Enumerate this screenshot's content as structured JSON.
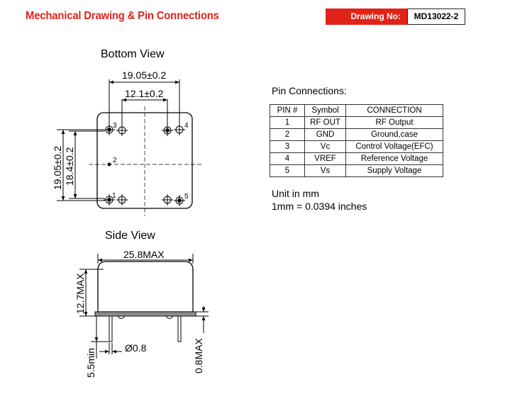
{
  "header": {
    "title": "Mechanical Drawing & Pin Connections",
    "drawing_no_label": "Drawing No:",
    "drawing_no_value": "MD13022-2"
  },
  "bottom_view": {
    "title": "Bottom View",
    "dim_width_outer": "19.05±0.2",
    "dim_width_inner": "12.1±0.2",
    "dim_height_outer": "19.05±0.2",
    "dim_height_inner": "18.4±0.2",
    "pin_labels": [
      "3",
      "4",
      "2",
      "1",
      "5"
    ]
  },
  "side_view": {
    "title": "Side View",
    "dim_length": "25.8MAX",
    "dim_height": "12.7MAX",
    "dim_pin_length": "5.5min",
    "dim_pin_diameter": "Ø0.8",
    "dim_standoff": "0.8MAX"
  },
  "pin_connections": {
    "title": "Pin Connections:",
    "columns": [
      "PIN #",
      "Symbol",
      "CONNECTION"
    ],
    "rows": [
      {
        "pin": "1",
        "symbol": "RF OUT",
        "connection": "RF Output"
      },
      {
        "pin": "2",
        "symbol": "GND",
        "connection": "Ground,case"
      },
      {
        "pin": "3",
        "symbol": "Vc",
        "connection": "Control Voltage(EFC)"
      },
      {
        "pin": "4",
        "symbol": "VREF",
        "connection": "Reference Voltage"
      },
      {
        "pin": "5",
        "symbol": "Vs",
        "connection": "Supply Voltage"
      }
    ]
  },
  "units": {
    "line1": "Unit in mm",
    "line2": "1mm = 0.0394 inches"
  },
  "colors": {
    "brand_red": "#e2231a"
  }
}
